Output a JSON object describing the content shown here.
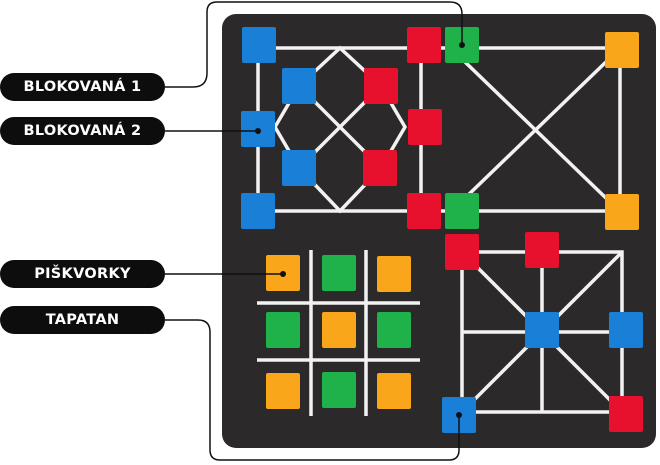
{
  "labels": {
    "blokovana1": "BLOKOVANÁ 1",
    "blokovana2": "BLOKOVANÁ 2",
    "piskvorky": "PIŠKVORKY",
    "tapatan": "TAPATAN"
  },
  "colors": {
    "board": "#2b2929",
    "line": "#f2f2f2",
    "blue": "#1a7fd6",
    "red": "#e8112d",
    "green": "#1fb24a",
    "orange": "#f9a61a",
    "label_bg": "#0d0d0d"
  }
}
